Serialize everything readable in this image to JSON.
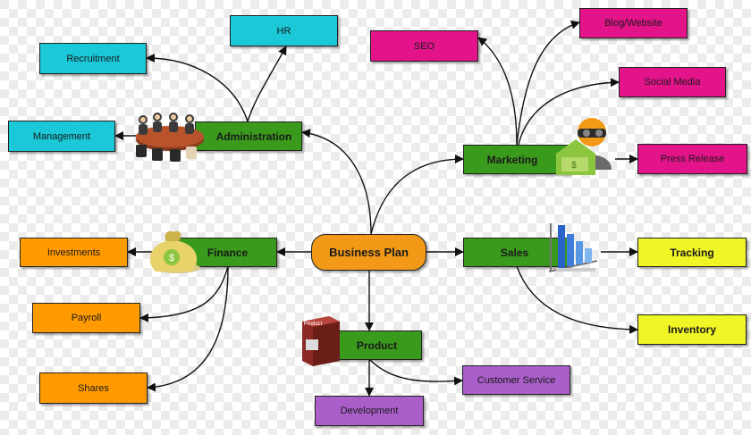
{
  "colors": {
    "center": "#f29a17",
    "branch": "#3a9a1c",
    "cyan": "#1ac8d8",
    "magenta": "#e3138a",
    "orange": "#ff9a00",
    "yellow": "#f0f526",
    "purple": "#a95ec9",
    "checker_a": "#ffffff",
    "checker_b": "#ececec"
  },
  "nodes": {
    "center": "Business Plan",
    "administration": "Administration",
    "marketing": "Marketing",
    "finance": "Finance",
    "sales": "Sales",
    "product": "Product",
    "hr": "HR",
    "recruitment": "Recruitment",
    "management": "Management",
    "seo": "SEO",
    "blog": "Blog/Website",
    "social": "Social Media",
    "press": "Press Release",
    "investments": "Investments",
    "payroll": "Payroll",
    "shares": "Shares",
    "tracking": "Tracking",
    "inventory": "Inventory",
    "customer_service": "Customer Service",
    "development": "Development"
  },
  "icons": {
    "administration": "meeting-people-icon",
    "marketing": "marketing-person-icon",
    "finance": "money-bag-icon",
    "sales": "bar-chart-icon",
    "product": "product-box-icon"
  },
  "icon_labels": {
    "product_box": "Product"
  }
}
